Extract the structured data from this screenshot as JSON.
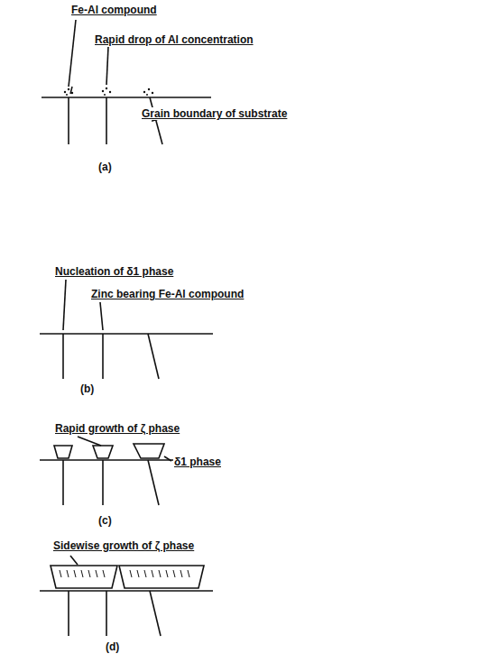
{
  "diagram": {
    "labels": [
      "Fe-Al compound",
      "Rapid drop of Al concentration",
      "Grain boundary of substrate",
      "(a)",
      "Nucleation of δ1 phase",
      "Zinc bearing Fe-Al compound",
      "(b)",
      "Rapid growth of ζ phase",
      "δ1 phase",
      "(c)",
      "Sidewise growth of ζ phase",
      "(d)"
    ]
  }
}
